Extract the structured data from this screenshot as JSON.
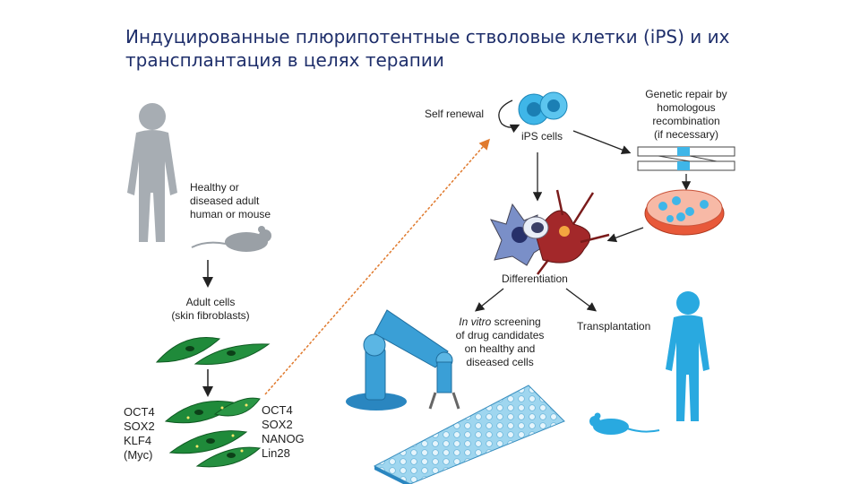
{
  "title": {
    "line1": "Индуцированные плюрипотентные стволовые клетки (iPS) и их",
    "line2": "трансплантация в целях терапии"
  },
  "labels": {
    "source": [
      "Healthy or",
      "diseased adult",
      "human or mouse"
    ],
    "adult_cells": [
      "Adult cells",
      "(skin fibroblasts)"
    ],
    "factors_left": [
      "OCT4",
      "SOX2",
      "KLF4",
      "(Myc)"
    ],
    "factors_right": [
      "OCT4",
      "SOX2",
      "NANOG",
      "Lin28"
    ],
    "self_renewal": "Self renewal",
    "ips_cells": "iPS cells",
    "genetic_repair": [
      "Genetic repair by",
      "homologous",
      "recombination",
      "(if necessary)"
    ],
    "differentiation": "Differentiation",
    "screening_italic": "In vitro",
    "screening": [
      " screening",
      "of drug candidates",
      "on healthy and",
      "diseased cells"
    ],
    "transplantation": "Transplantation"
  },
  "colors": {
    "title": "#1f2f6b",
    "human_gray": "#a7adb3",
    "mouse_gray": "#9aa0a6",
    "fibroblast_green": "#1f8a3a",
    "ips_blue": "#3fb6e8",
    "orange_arrow": "#e07a2e",
    "robot_blue": "#3a9fd6",
    "transplant_blue": "#29a9e0",
    "dish_red": "#e8593a"
  }
}
